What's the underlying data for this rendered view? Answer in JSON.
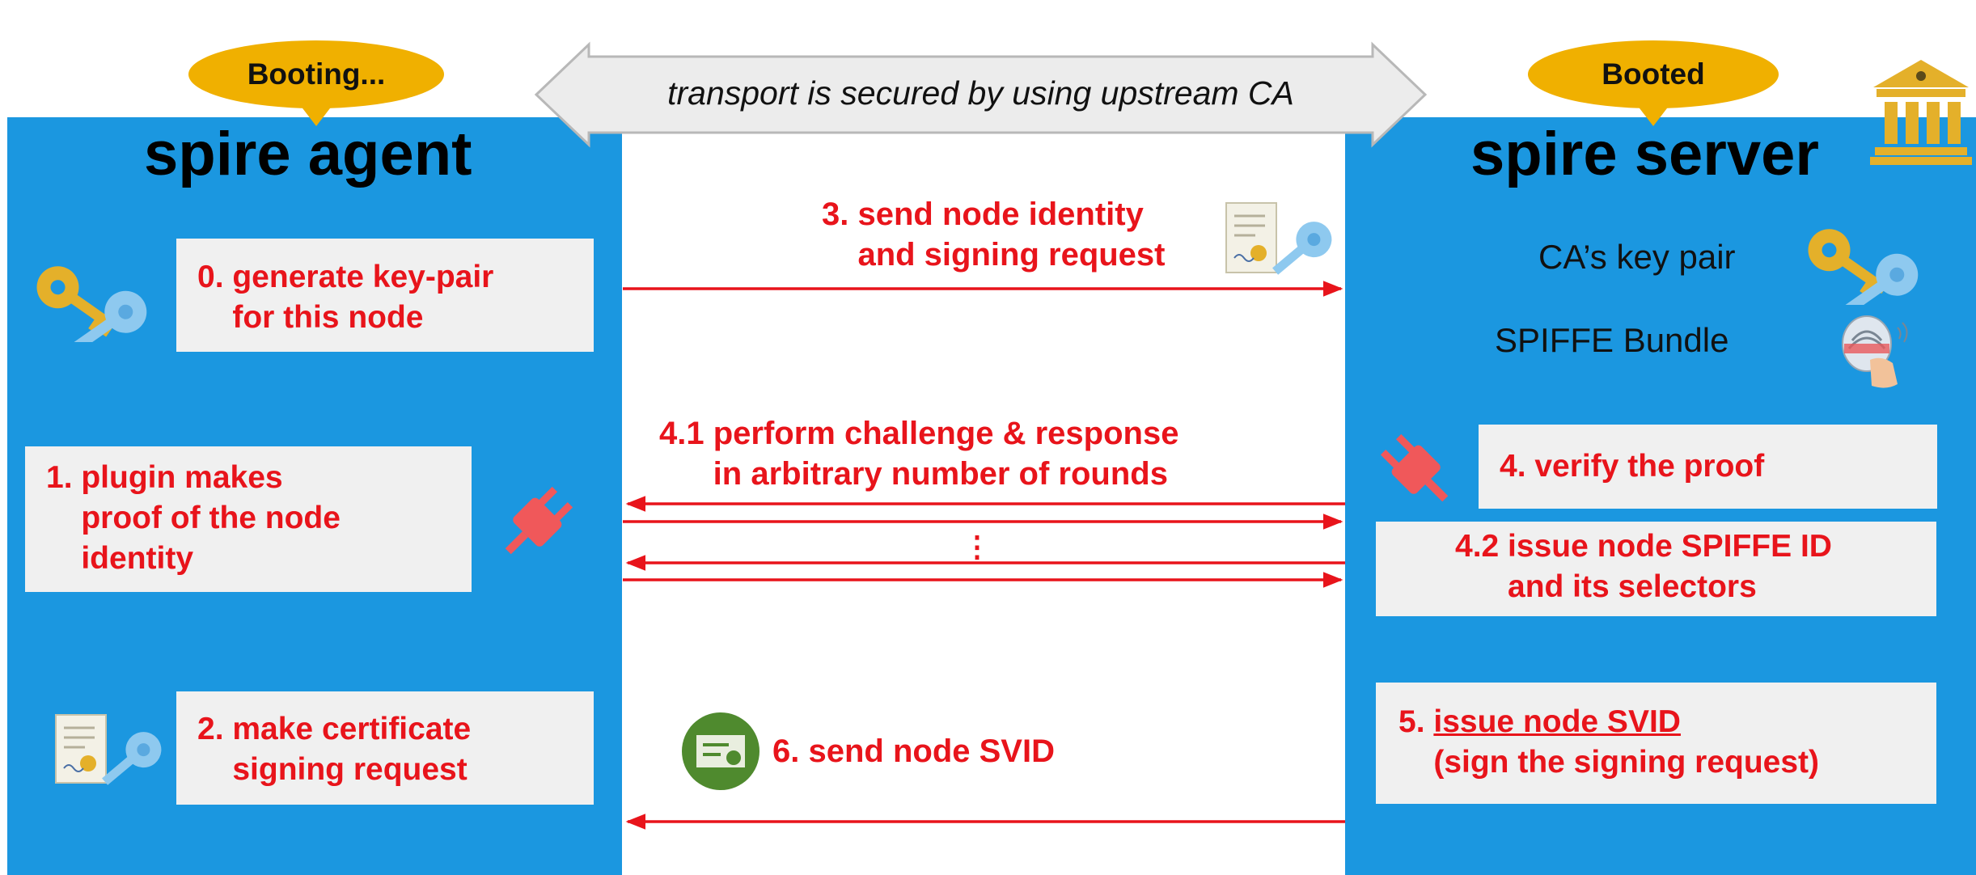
{
  "transport_banner": "transport is secured by using upstream CA",
  "agent": {
    "badge": "Booting...",
    "title": "spire agent",
    "steps": {
      "generate": "0. generate key-pair\n    for this node",
      "plugin": "1. plugin makes\n    proof of the node\n    identity",
      "csr": "2. make certificate\n    signing request"
    }
  },
  "server": {
    "badge": "Booted",
    "title": "spire server",
    "ca_key_pair": "CA’s key pair",
    "spiffe_bundle": "SPIFFE Bundle",
    "steps": {
      "verify": "4. verify the proof",
      "issue_id": "4.2 issue node SPIFFE ID\n      and its selectors",
      "issue_svid_prefix": "5. ",
      "issue_svid_link": "issue node SVID",
      "issue_svid_rest": "\n    (sign the signing request)"
    }
  },
  "messages": {
    "send_identity": "3. send node identity\n    and signing request",
    "challenge": "4.1 perform challenge & response\n      in arbitrary number of rounds",
    "ellipsis": "⋮",
    "send_svid": "6. send node SVID"
  },
  "colors": {
    "panel": "#1b97e0",
    "arrow": "#e8141b",
    "badge": "#f0b000",
    "box": "#f0f0f0"
  },
  "icons": [
    "key-pair-icon",
    "plug-icon",
    "certificate-key-icon",
    "bank-icon",
    "fingerprint-hand-icon",
    "svid-certificate-icon"
  ]
}
